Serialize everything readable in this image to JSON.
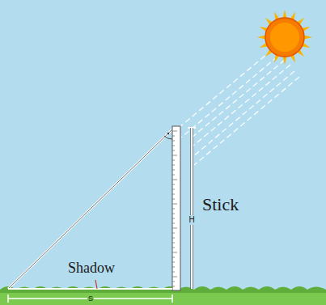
{
  "diagram": {
    "labels": [
      "Stick",
      "Shadow",
      "H",
      "S"
    ]
  }
}
